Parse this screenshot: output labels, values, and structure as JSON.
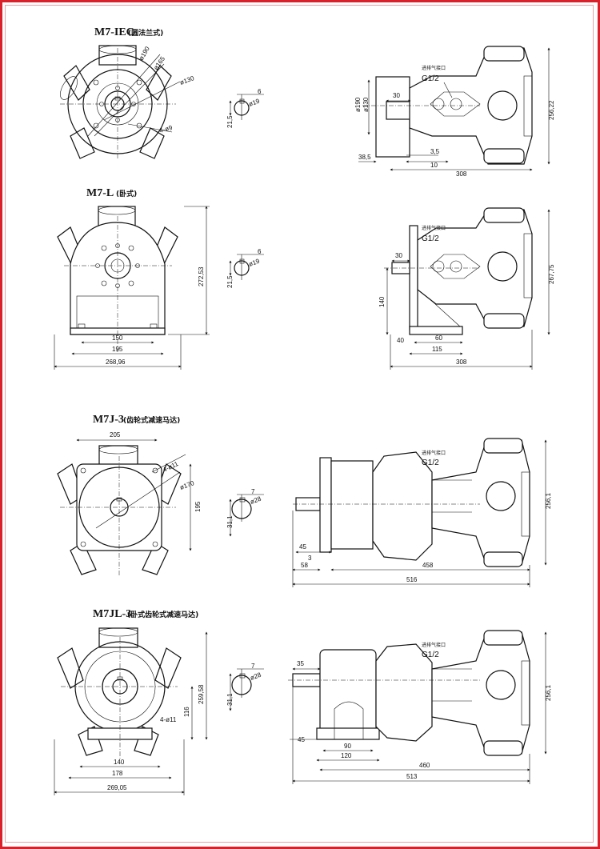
{
  "accent": "#d9212c",
  "models": [
    {
      "title": "M7-IEC",
      "title_cn": "(圆法兰式)",
      "front_dims": [
        "ø190",
        "ø165",
        "ø130",
        "4-ø9"
      ],
      "key_dims": [
        "6",
        "ø19",
        "21,5"
      ],
      "side_dims": [
        "ø190",
        "ø130",
        "30",
        "3,5",
        "10",
        "38,5",
        "308",
        "256,22"
      ],
      "port_cn": "进排气接口",
      "port": "G1/2"
    },
    {
      "title": "M7-L",
      "title_cn": "(卧式)",
      "front_dims": [
        "150",
        "195",
        "268,96",
        "272,53"
      ],
      "key_dims": [
        "6",
        "ø19",
        "21,5"
      ],
      "side_dims": [
        "30",
        "140",
        "40",
        "60",
        "115",
        "308",
        "267,75"
      ],
      "port_cn": "进排气接口",
      "port": "G1/2"
    },
    {
      "title": "M7J-3",
      "title_cn": "(齿轮式减速马达)",
      "front_dims": [
        "205",
        "4-ø11",
        "ø170",
        "195"
      ],
      "key_dims": [
        "7",
        "ø28",
        "31,1"
      ],
      "side_dims": [
        "45",
        "3",
        "58",
        "458",
        "516",
        "256,1"
      ],
      "port_cn": "进排气接口",
      "port": "G1/2"
    },
    {
      "title": "M7JL-3",
      "title_cn": "(卧式齿轮式减速马达)",
      "front_dims": [
        "259,58",
        "116",
        "4-ø11",
        "140",
        "178",
        "269,05"
      ],
      "key_dims": [
        "7",
        "ø28",
        "31,1"
      ],
      "side_dims": [
        "35",
        "45",
        "90",
        "120",
        "460",
        "513",
        "256,1"
      ],
      "port_cn": "进排气接口",
      "port": "G1/2"
    }
  ]
}
